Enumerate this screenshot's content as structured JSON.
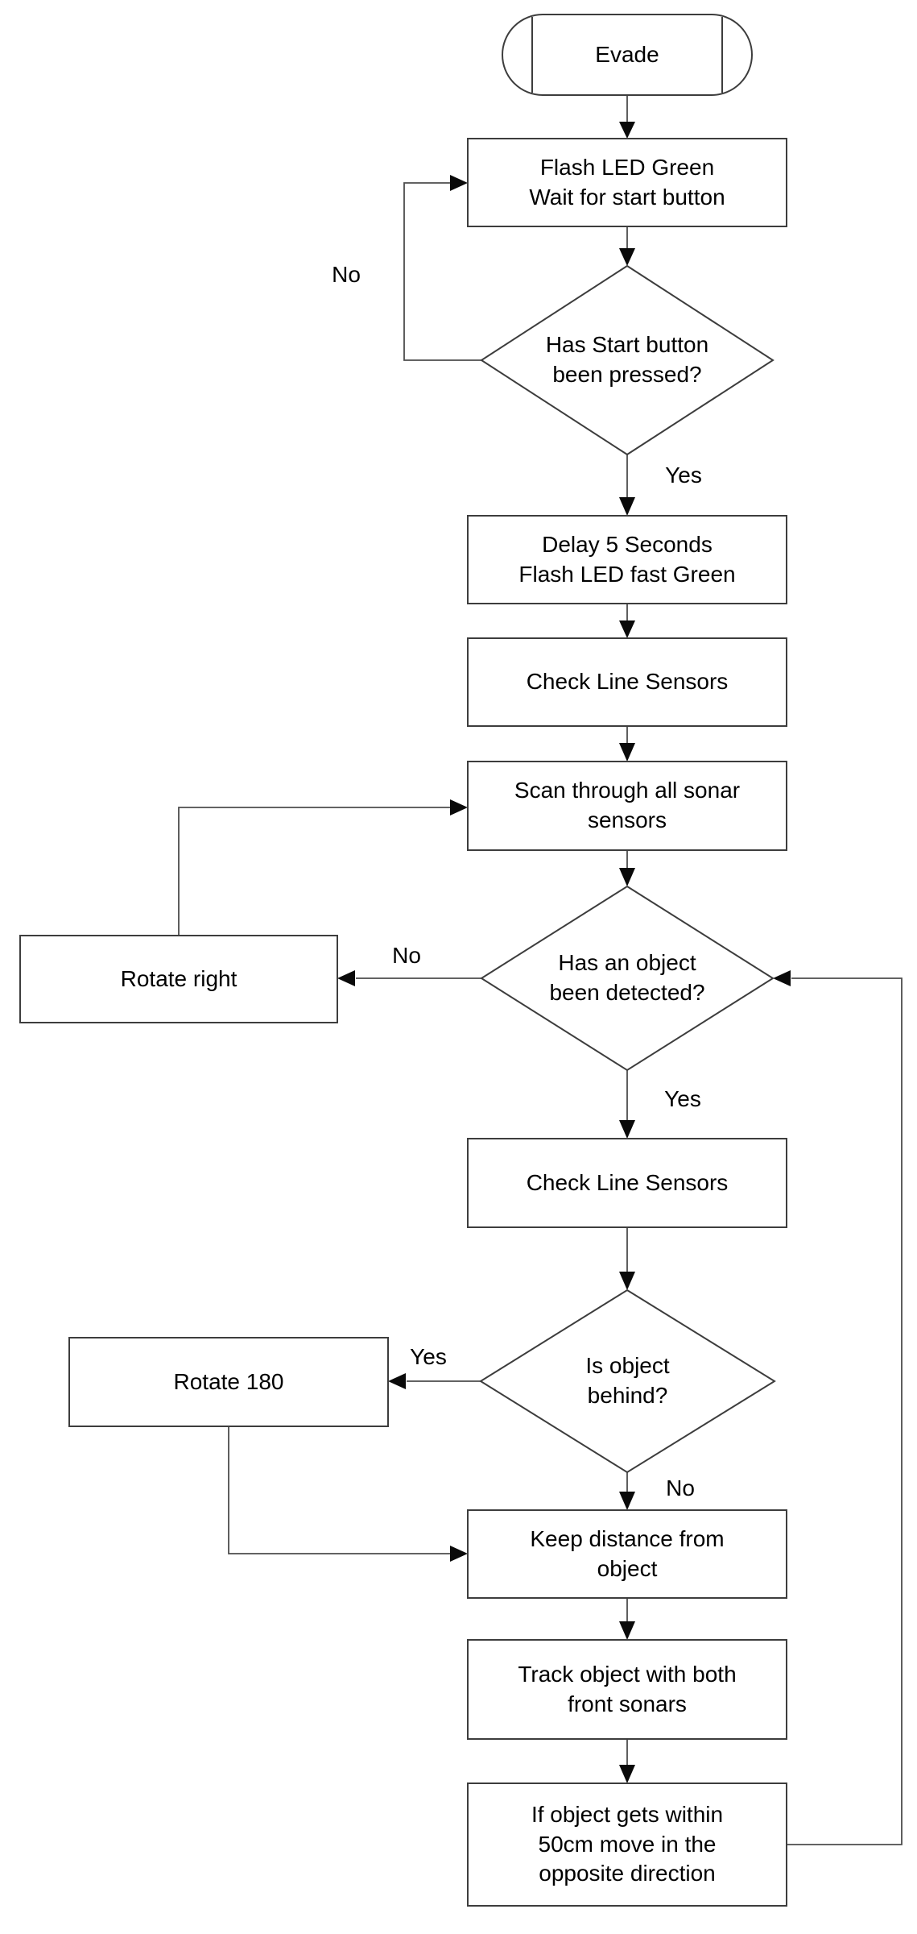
{
  "diagram": {
    "type": "flowchart",
    "background_color": "#ffffff",
    "shape_fill": "#ffffff",
    "shape_stroke": "#3d3d3d",
    "text_color": "#000000",
    "nodes": {
      "start": {
        "shape": "terminator",
        "label": "Evade"
      },
      "flash_led_wait": {
        "shape": "process",
        "label": "Flash LED Green\nWait for start button"
      },
      "has_start_pressed": {
        "shape": "decision",
        "label": "Has Start button\nbeen pressed?"
      },
      "delay_flash": {
        "shape": "process",
        "label": "Delay 5 Seconds\nFlash LED fast Green"
      },
      "check_line_1": {
        "shape": "process",
        "label": "Check Line Sensors"
      },
      "scan_sonar": {
        "shape": "process",
        "label": "Scan through all sonar\nsensors"
      },
      "object_detected": {
        "shape": "decision",
        "label": "Has an object\nbeen detected?"
      },
      "rotate_right": {
        "shape": "process",
        "label": "Rotate right"
      },
      "check_line_2": {
        "shape": "process",
        "label": "Check Line Sensors"
      },
      "object_behind": {
        "shape": "decision",
        "label": "Is object\nbehind?"
      },
      "rotate_180": {
        "shape": "process",
        "label": "Rotate 180"
      },
      "keep_distance": {
        "shape": "process",
        "label": "Keep distance from\nobject"
      },
      "track_object": {
        "shape": "process",
        "label": "Track object with both\nfront sonars"
      },
      "move_opposite": {
        "shape": "process",
        "label": "If object gets within\n50cm move in the\nopposite direction"
      }
    },
    "edge_labels": {
      "start_pressed_no": "No",
      "start_pressed_yes": "Yes",
      "object_detected_no": "No",
      "object_detected_yes": "Yes",
      "object_behind_yes": "Yes",
      "object_behind_no": "No"
    }
  }
}
